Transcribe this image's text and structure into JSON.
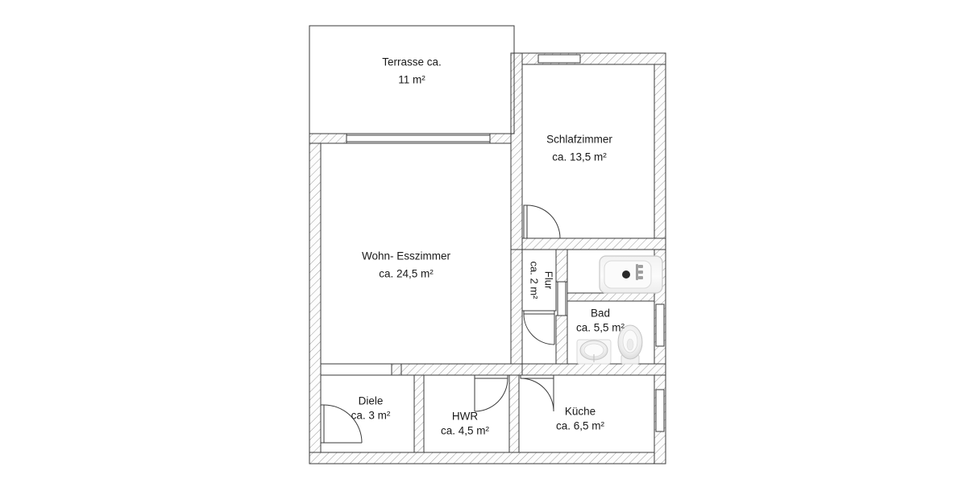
{
  "document": {
    "type": "floor-plan",
    "title": "Wohnungsgrundriss",
    "language": "de",
    "background_color": "#ffffff",
    "line_color": "#3a3a3a",
    "wall_hatch_color": "#8d8d8d",
    "text_color": "#1a1a1a"
  },
  "rooms": [
    {
      "id": "terrasse",
      "name": "Terrasse ca.",
      "area": "11 m²",
      "label_lines": [
        "Terrasse ca.",
        "11 m²"
      ],
      "orientation": "horizontal"
    },
    {
      "id": "schlafzimmer",
      "name": "Schlafzimmer",
      "area": "ca. 13,5 m²",
      "label_lines": [
        "Schlafzimmer",
        "ca. 13,5 m²"
      ],
      "orientation": "horizontal"
    },
    {
      "id": "wohn-esszimmer",
      "name": "Wohn- Esszimmer",
      "area": "ca. 24,5 m²",
      "label_lines": [
        "Wohn- Esszimmer",
        "ca. 24,5 m²"
      ],
      "orientation": "horizontal"
    },
    {
      "id": "flur",
      "name": "Flur",
      "area": "ca. 2 m²",
      "label_lines": [
        "ca. 2 m²",
        "Flur"
      ],
      "orientation": "vertical"
    },
    {
      "id": "bad",
      "name": "Bad",
      "area": "ca. 5,5 m²",
      "label_lines": [
        "Bad",
        "ca. 5,5 m²"
      ],
      "orientation": "horizontal"
    },
    {
      "id": "diele",
      "name": "Diele",
      "area": "ca. 3 m²",
      "label_lines": [
        "Diele",
        "ca. 3 m²"
      ],
      "orientation": "horizontal"
    },
    {
      "id": "hwr",
      "name": "HWR",
      "area": "ca. 4,5 m²",
      "label_lines": [
        "HWR",
        "ca. 4,5 m²"
      ],
      "orientation": "horizontal"
    },
    {
      "id": "kueche",
      "name": "Küche",
      "area": "ca. 6,5 m²",
      "label_lines": [
        "Küche",
        "ca. 6,5 m²"
      ],
      "orientation": "horizontal"
    }
  ],
  "labels": {
    "terrasse_line1": "Terrasse ca.",
    "terrasse_line2": "11 m²",
    "schlafzimmer_line1": "Schlafzimmer",
    "schlafzimmer_line2": "ca. 13,5 m²",
    "wohn_line1": "Wohn- Esszimmer",
    "wohn_line2": "ca. 24,5 m²",
    "flur_line1": "ca. 2 m²",
    "flur_line2": "Flur",
    "bad_line1": "Bad",
    "bad_line2": "ca. 5,5 m²",
    "diele_line1": "Diele",
    "diele_line2": "ca. 3 m²",
    "hwr_line1": "HWR",
    "hwr_line2": "ca. 4,5 m²",
    "kueche_line1": "Küche",
    "kueche_line2": "ca. 6,5 m²"
  },
  "fixtures": [
    {
      "id": "bathtub",
      "type": "bathtub",
      "room": "bad"
    },
    {
      "id": "washbasin",
      "type": "sink",
      "room": "bad"
    },
    {
      "id": "toilet",
      "type": "toilet",
      "room": "bad"
    }
  ],
  "doors": [
    {
      "id": "door-entry-diele",
      "room": "diele",
      "wall": "left",
      "swing": "inward"
    },
    {
      "id": "door-hwr",
      "room": "hwr",
      "wall": "top",
      "swing": "inward"
    },
    {
      "id": "door-kueche",
      "room": "kueche",
      "wall": "top",
      "swing": "inward"
    },
    {
      "id": "door-schlafzimmer",
      "room": "schlafzimmer",
      "wall": "bottom-left",
      "swing": "inward"
    },
    {
      "id": "door-flur-lower",
      "room": "flur",
      "wall": "bottom",
      "swing": "inward"
    }
  ],
  "openings": [
    {
      "id": "window-terrasse",
      "wall": "terrace-south",
      "type": "sliding-door"
    },
    {
      "id": "window-schlafzimmer-north",
      "wall": "north",
      "type": "window"
    },
    {
      "id": "window-bad-east",
      "wall": "east",
      "type": "window"
    },
    {
      "id": "window-kueche-east",
      "wall": "east",
      "type": "window"
    },
    {
      "id": "opening-bad-west",
      "wall": "bad-west",
      "type": "door-opening"
    }
  ]
}
